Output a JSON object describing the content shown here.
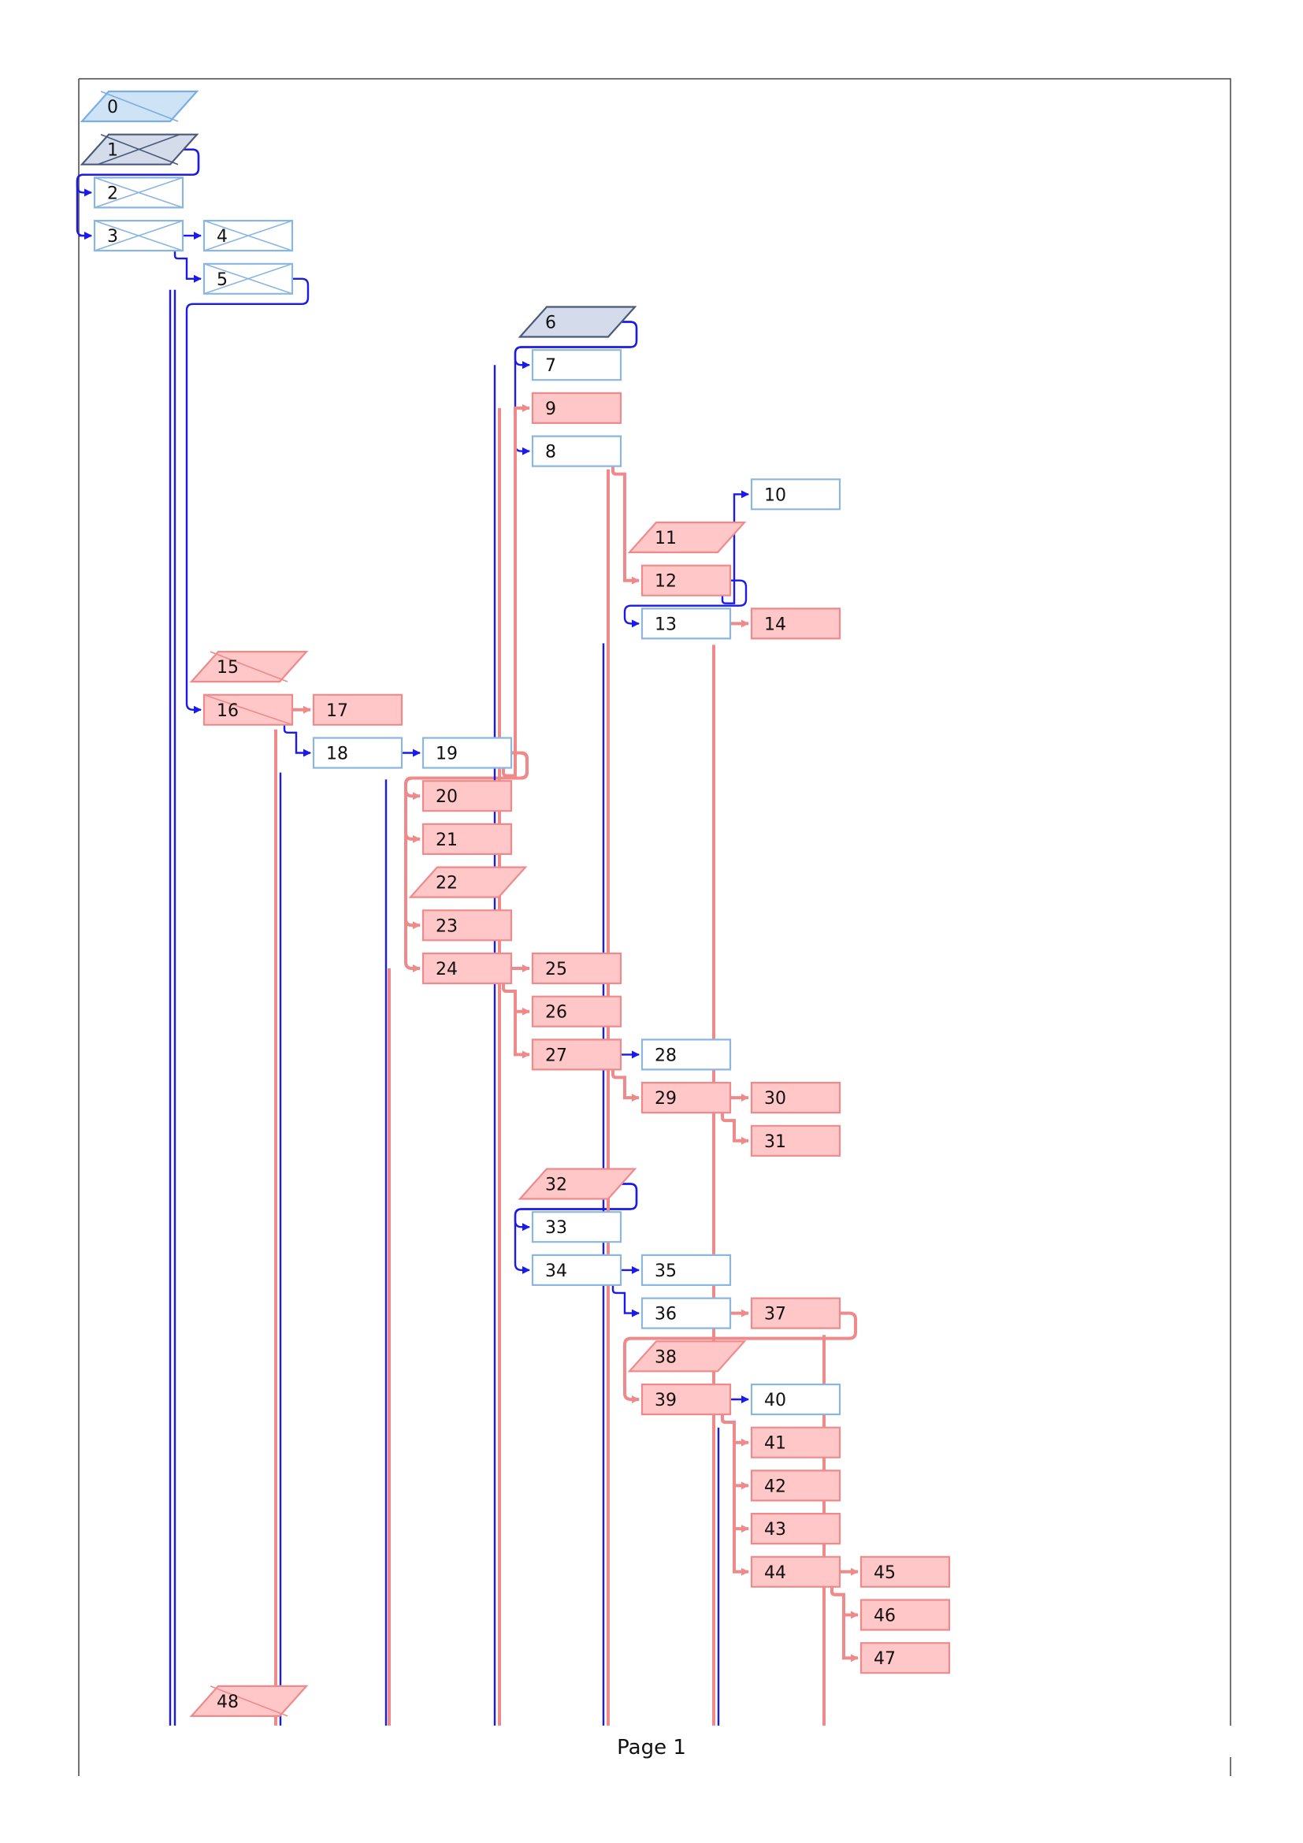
{
  "page": {
    "footer": "Page 1"
  },
  "colors": {
    "blue_edge": "#1a1aee",
    "red_edge": "#f08a8a",
    "blue_fill": "#ffffff",
    "blue_stroke": "#8ab6e0",
    "red_fill": "#ffc7c7",
    "red_stroke": "#ee8a8a",
    "gray_fill": "#d4dceb",
    "gray_stroke": "#4a5a78",
    "light_fill": "#cfe3f7",
    "light_stroke": "#7aaee0"
  },
  "nodes": [
    {
      "id": "0",
      "shape": "para",
      "style": "light",
      "crossed": "half"
    },
    {
      "id": "1",
      "shape": "para",
      "style": "gray",
      "crossed": "full"
    },
    {
      "id": "2",
      "shape": "rect",
      "style": "blue",
      "crossed": "full"
    },
    {
      "id": "3",
      "shape": "rect",
      "style": "blue",
      "crossed": "full"
    },
    {
      "id": "4",
      "shape": "rect",
      "style": "blue",
      "crossed": "full"
    },
    {
      "id": "5",
      "shape": "rect",
      "style": "blue",
      "crossed": "full"
    },
    {
      "id": "6",
      "shape": "para",
      "style": "gray",
      "crossed": "none"
    },
    {
      "id": "7",
      "shape": "rect",
      "style": "blue",
      "crossed": "none"
    },
    {
      "id": "9",
      "shape": "rect",
      "style": "red",
      "crossed": "none"
    },
    {
      "id": "8",
      "shape": "rect",
      "style": "blue",
      "crossed": "none"
    },
    {
      "id": "10",
      "shape": "rect",
      "style": "blue",
      "crossed": "none"
    },
    {
      "id": "11",
      "shape": "para",
      "style": "red",
      "crossed": "none"
    },
    {
      "id": "12",
      "shape": "rect",
      "style": "red",
      "crossed": "none"
    },
    {
      "id": "13",
      "shape": "rect",
      "style": "blue",
      "crossed": "none"
    },
    {
      "id": "14",
      "shape": "rect",
      "style": "red",
      "crossed": "none"
    },
    {
      "id": "15",
      "shape": "para",
      "style": "red",
      "crossed": "half"
    },
    {
      "id": "16",
      "shape": "rect",
      "style": "red",
      "crossed": "half"
    },
    {
      "id": "17",
      "shape": "rect",
      "style": "red",
      "crossed": "none"
    },
    {
      "id": "18",
      "shape": "rect",
      "style": "blue",
      "crossed": "none"
    },
    {
      "id": "19",
      "shape": "rect",
      "style": "blue",
      "crossed": "none"
    },
    {
      "id": "20",
      "shape": "rect",
      "style": "red",
      "crossed": "none"
    },
    {
      "id": "21",
      "shape": "rect",
      "style": "red",
      "crossed": "none"
    },
    {
      "id": "22",
      "shape": "para",
      "style": "red",
      "crossed": "none"
    },
    {
      "id": "23",
      "shape": "rect",
      "style": "red",
      "crossed": "none"
    },
    {
      "id": "24",
      "shape": "rect",
      "style": "red",
      "crossed": "none"
    },
    {
      "id": "25",
      "shape": "rect",
      "style": "red",
      "crossed": "none"
    },
    {
      "id": "26",
      "shape": "rect",
      "style": "red",
      "crossed": "none"
    },
    {
      "id": "27",
      "shape": "rect",
      "style": "red",
      "crossed": "none"
    },
    {
      "id": "28",
      "shape": "rect",
      "style": "blue",
      "crossed": "none"
    },
    {
      "id": "29",
      "shape": "rect",
      "style": "red",
      "crossed": "none"
    },
    {
      "id": "30",
      "shape": "rect",
      "style": "red",
      "crossed": "none"
    },
    {
      "id": "31",
      "shape": "rect",
      "style": "red",
      "crossed": "none"
    },
    {
      "id": "32",
      "shape": "para",
      "style": "red",
      "crossed": "none"
    },
    {
      "id": "33",
      "shape": "rect",
      "style": "blue",
      "crossed": "none"
    },
    {
      "id": "34",
      "shape": "rect",
      "style": "blue",
      "crossed": "none"
    },
    {
      "id": "35",
      "shape": "rect",
      "style": "blue",
      "crossed": "none"
    },
    {
      "id": "36",
      "shape": "rect",
      "style": "blue",
      "crossed": "none"
    },
    {
      "id": "37",
      "shape": "rect",
      "style": "red",
      "crossed": "none"
    },
    {
      "id": "38",
      "shape": "para",
      "style": "red",
      "crossed": "none"
    },
    {
      "id": "39",
      "shape": "rect",
      "style": "red",
      "crossed": "none"
    },
    {
      "id": "40",
      "shape": "rect",
      "style": "blue",
      "crossed": "none"
    },
    {
      "id": "41",
      "shape": "rect",
      "style": "red",
      "crossed": "none"
    },
    {
      "id": "42",
      "shape": "rect",
      "style": "red",
      "crossed": "none"
    },
    {
      "id": "43",
      "shape": "rect",
      "style": "red",
      "crossed": "none"
    },
    {
      "id": "44",
      "shape": "rect",
      "style": "red",
      "crossed": "none"
    },
    {
      "id": "45",
      "shape": "rect",
      "style": "red",
      "crossed": "none"
    },
    {
      "id": "46",
      "shape": "rect",
      "style": "red",
      "crossed": "none"
    },
    {
      "id": "47",
      "shape": "rect",
      "style": "red",
      "crossed": "none"
    },
    {
      "id": "48",
      "shape": "para",
      "style": "red",
      "crossed": "half"
    }
  ],
  "edges": [
    {
      "from": "1",
      "to": "2",
      "style": "blue"
    },
    {
      "from": "1",
      "to": "3",
      "style": "blue"
    },
    {
      "from": "3",
      "to": "4",
      "style": "blue"
    },
    {
      "from": "3",
      "to": "5",
      "style": "blue"
    },
    {
      "from": "5",
      "to": "16",
      "style": "blue"
    },
    {
      "from": "6",
      "to": "7",
      "style": "blue"
    },
    {
      "from": "6",
      "to": "8",
      "style": "blue"
    },
    {
      "from": "19",
      "to": "9",
      "style": "red"
    },
    {
      "from": "8",
      "to": "12",
      "style": "red"
    },
    {
      "from": "12",
      "to": "10",
      "style": "blue"
    },
    {
      "from": "12",
      "to": "13",
      "style": "blue"
    },
    {
      "from": "13",
      "to": "14",
      "style": "red"
    },
    {
      "from": "16",
      "to": "17",
      "style": "red"
    },
    {
      "from": "16",
      "to": "18",
      "style": "blue"
    },
    {
      "from": "18",
      "to": "19",
      "style": "blue"
    },
    {
      "from": "19",
      "to": "20",
      "style": "red"
    },
    {
      "from": "19",
      "to": "21",
      "style": "red"
    },
    {
      "from": "19",
      "to": "23",
      "style": "red"
    },
    {
      "from": "19",
      "to": "24",
      "style": "red"
    },
    {
      "from": "24",
      "to": "25",
      "style": "red"
    },
    {
      "from": "24",
      "to": "26",
      "style": "red"
    },
    {
      "from": "24",
      "to": "27",
      "style": "red"
    },
    {
      "from": "27",
      "to": "28",
      "style": "blue"
    },
    {
      "from": "27",
      "to": "29",
      "style": "red"
    },
    {
      "from": "29",
      "to": "30",
      "style": "red"
    },
    {
      "from": "29",
      "to": "31",
      "style": "red"
    },
    {
      "from": "32",
      "to": "33",
      "style": "blue"
    },
    {
      "from": "32",
      "to": "34",
      "style": "blue"
    },
    {
      "from": "34",
      "to": "35",
      "style": "blue"
    },
    {
      "from": "34",
      "to": "36",
      "style": "blue"
    },
    {
      "from": "36",
      "to": "37",
      "style": "red"
    },
    {
      "from": "37",
      "to": "39",
      "style": "red"
    },
    {
      "from": "39",
      "to": "40",
      "style": "blue"
    },
    {
      "from": "39",
      "to": "41",
      "style": "red"
    },
    {
      "from": "39",
      "to": "42",
      "style": "red"
    },
    {
      "from": "39",
      "to": "43",
      "style": "red"
    },
    {
      "from": "39",
      "to": "44",
      "style": "red"
    },
    {
      "from": "44",
      "to": "45",
      "style": "red"
    },
    {
      "from": "44",
      "to": "46",
      "style": "red"
    },
    {
      "from": "44",
      "to": "47",
      "style": "red"
    }
  ]
}
